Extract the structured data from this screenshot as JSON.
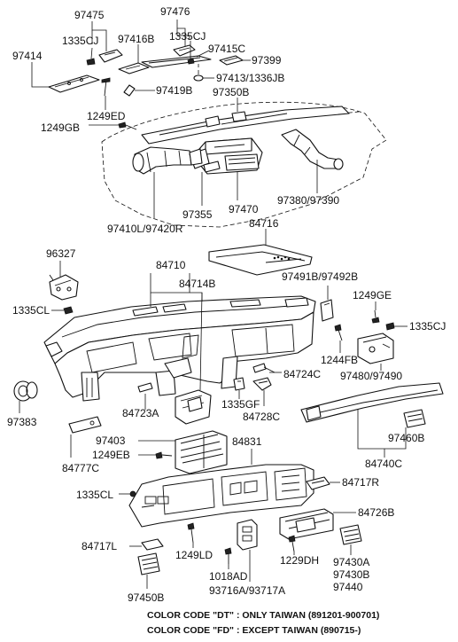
{
  "labels": {
    "p97475": "97475",
    "p97476": "97476",
    "p1335cj_a": "1335CJ",
    "p97416b": "97416B",
    "p1335cj_b": "1335CJ",
    "p97415c": "97415C",
    "p97414": "97414",
    "p97399": "97399",
    "p97413": "97413/1336JB",
    "p97419b": "97419B",
    "p97350b": "97350B",
    "p1249ed": "1249ED",
    "p1249gb": "1249GB",
    "p97355": "97355",
    "p97470": "97470",
    "p97380": "97380/97390",
    "p97410l": "97410L/97420R",
    "p84716": "84716",
    "p96327": "96327",
    "p84710": "84710",
    "p84714b": "84714B",
    "p97491b": "97491B/97492B",
    "p1249ge": "1249GE",
    "p1335cl_a": "1335CL",
    "p1335cj_c": "1335CJ",
    "p1244fb": "1244FB",
    "p97480": "97480/97490",
    "p84724c": "84724C",
    "p97383": "97383",
    "p84723a": "84723A",
    "p1335gf": "1335GF",
    "p84728c": "84728C",
    "p97403": "97403",
    "p84831": "84831",
    "p97460b": "97460B",
    "p1249eb": "1249EB",
    "p84740c": "84740C",
    "p84777c": "84777C",
    "p84717r": "84717R",
    "p1335cl_b": "1335CL",
    "p84726b": "84726B",
    "p84717l": "84717L",
    "p1249ld": "1249LD",
    "p1229dh": "1229DH",
    "p97430a": "97430A",
    "p97430b": "97430B",
    "p1018ad": "1018AD",
    "p97440": "97440",
    "p93716a": "93716A/93717A",
    "p97450b": "97450B"
  },
  "notes": {
    "line1": "COLOR CODE \"DT\" : ONLY TAIWAN (891201-900701)",
    "line2": "COLOR CODE \"FD\" : EXCEPT TAIWAN (890715-)"
  }
}
